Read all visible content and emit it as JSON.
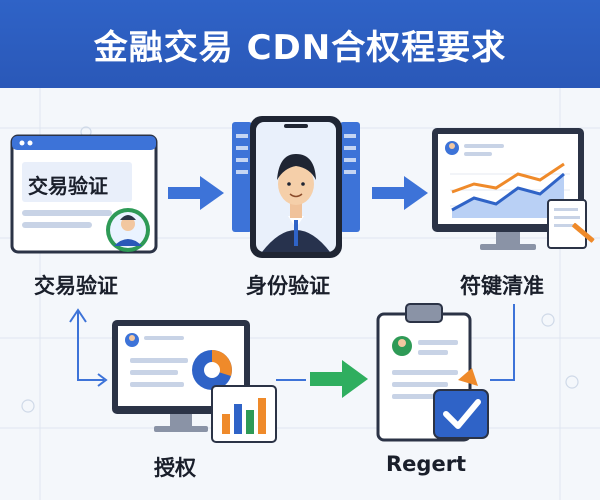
{
  "header": {
    "title": "金融交易 CDN合权程要求"
  },
  "steps": [
    {
      "label": "交易验证",
      "screen_text": "交易验证"
    },
    {
      "label": "身份验证"
    },
    {
      "label": "符键清准"
    },
    {
      "label": "授权"
    },
    {
      "label": "Regert"
    }
  ],
  "colors": {
    "banner": "#2f63c7",
    "arrow_blue": "#3d73d8",
    "arrow_green": "#2fae5f",
    "badge_green": "#2e9a56",
    "check_blue": "#2f63c7",
    "chart_orange": "#ef8a2a",
    "outline": "#2b3346"
  }
}
